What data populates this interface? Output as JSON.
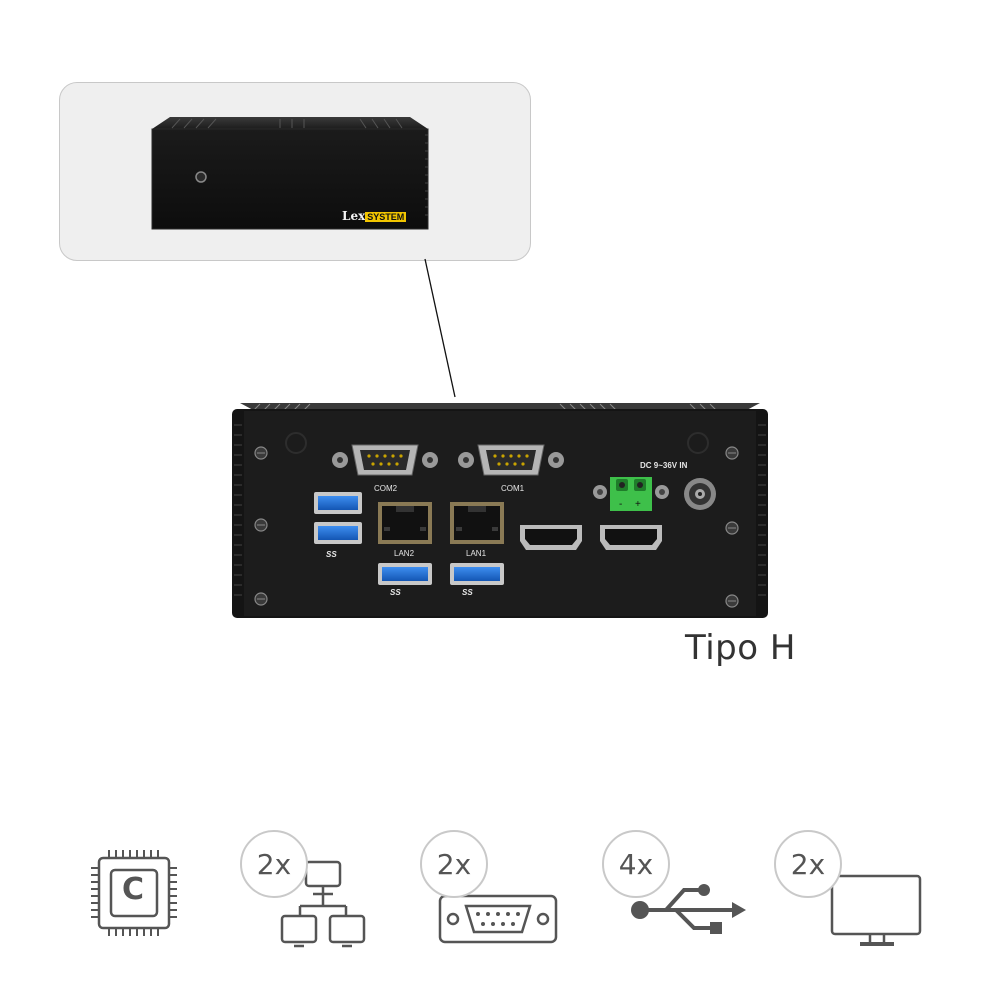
{
  "product": {
    "model_label": "Tipo H",
    "brand": {
      "lex": "Lex",
      "system": "SYSTEM"
    }
  },
  "ports": {
    "com2": "COM2",
    "com1": "COM1",
    "lan2": "LAN2",
    "lan1": "LAN1",
    "dc_in": "DC 9~36V IN",
    "usb_logo": "SS"
  },
  "features": [
    {
      "icon": "cpu-icon",
      "cpu_letter": "C"
    },
    {
      "icon": "network-icon",
      "count": "2x"
    },
    {
      "icon": "serial-port-icon",
      "count": "2x"
    },
    {
      "icon": "usb-icon",
      "count": "4x"
    },
    {
      "icon": "monitor-icon",
      "count": "2x"
    }
  ],
  "colors": {
    "chassis": "#151515",
    "terminal_block": "#3ec04a",
    "usb3_blue": "#1a6fd6",
    "brand_yellow": "#f2c500",
    "icon_stroke": "#555555"
  }
}
